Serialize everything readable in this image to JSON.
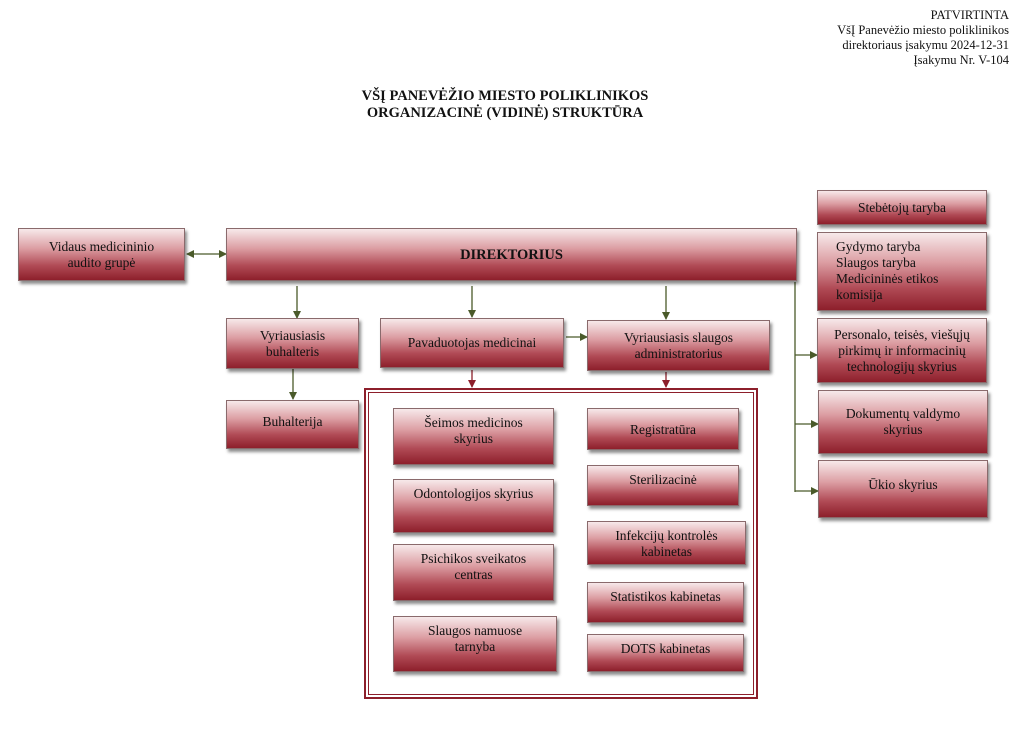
{
  "approval": {
    "line1": "PATVIRTINTA",
    "line2": "VšĮ Panevėžio miesto poliklinikos",
    "line3": "direktoriaus įsakymu 2024-12-31",
    "line4": "Įsakymu Nr. V-104"
  },
  "title": {
    "line1": "VŠĮ PANEVĖŽIO MIESTO POLIKLINIKOS",
    "line2": "ORGANIZACINĖ (VIDINĖ) STRUKTŪRA"
  },
  "boxes": {
    "audit": "Vidaus medicininio\naudito grupė",
    "director": "DIREKTORIUS",
    "supervisory": "Stebėtojų taryba",
    "councils": "Gydymo taryba\nSlaugos taryba\nMedicininės etikos\nkomisija",
    "personnel": "Personalo, teisės, viešųjų\npirkimų ir informacinių\ntechnologijų skyrius",
    "documents": "Dokumentų valdymo\nskyrius",
    "household": "Ūkio skyrius",
    "chief_accountant": "Vyriausiasis\nbuhalteris",
    "accounting": "Buhalterija",
    "deputy_medical": "Pavaduotojas medicinai",
    "chief_nursing": "Vyriausiasis slaugos\nadministratorius",
    "family_medicine": "Šeimos medicinos\nskyrius",
    "odontology": "Odontologijos skyrius",
    "mental_health": "Psichikos sveikatos\ncentras",
    "home_nursing": "Slaugos namuose\ntarnyba",
    "registry": "Registratūra",
    "sterilization": "Sterilizacinė",
    "infection_control": "Infekcijų kontrolės\nkabinetas",
    "statistics": "Statistikos kabinetas",
    "dots": "DOTS kabinetas"
  },
  "colors": {
    "box_top": "#f7e9ea",
    "box_bottom": "#8d1f2b",
    "connector_green": "#4a5a2a",
    "connector_red": "#8d1f2b"
  }
}
